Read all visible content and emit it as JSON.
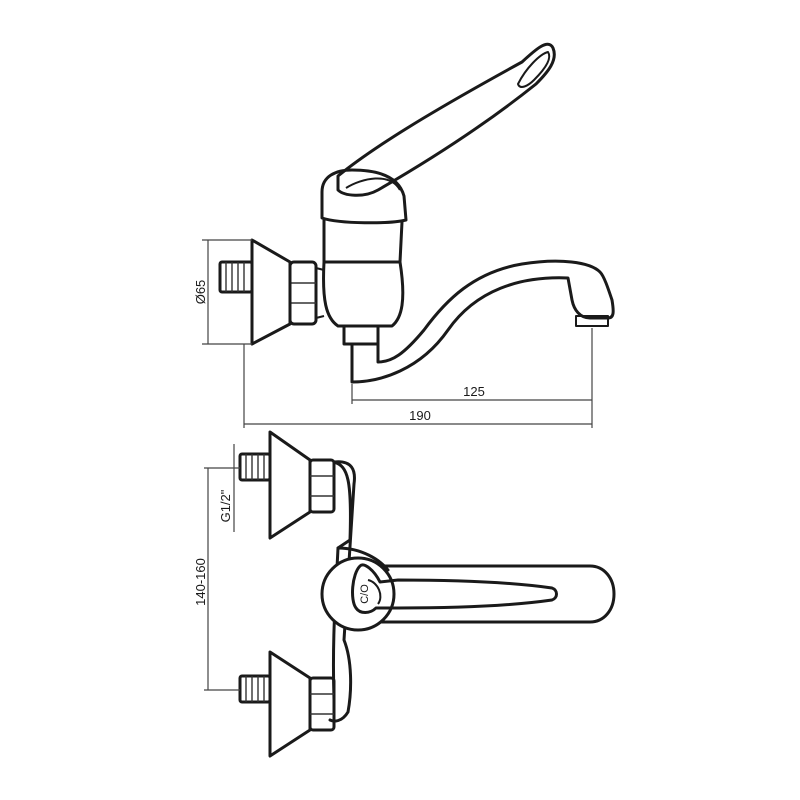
{
  "dimensions": {
    "diameter": "Ø65",
    "spout_reach": "125",
    "overall_length": "190",
    "thread": "G1/2\"",
    "centers": "140-160"
  },
  "icons": {
    "hot_cold_mark": "C/O"
  },
  "colors": {
    "line": "#1a1a1a",
    "background": "#ffffff"
  }
}
